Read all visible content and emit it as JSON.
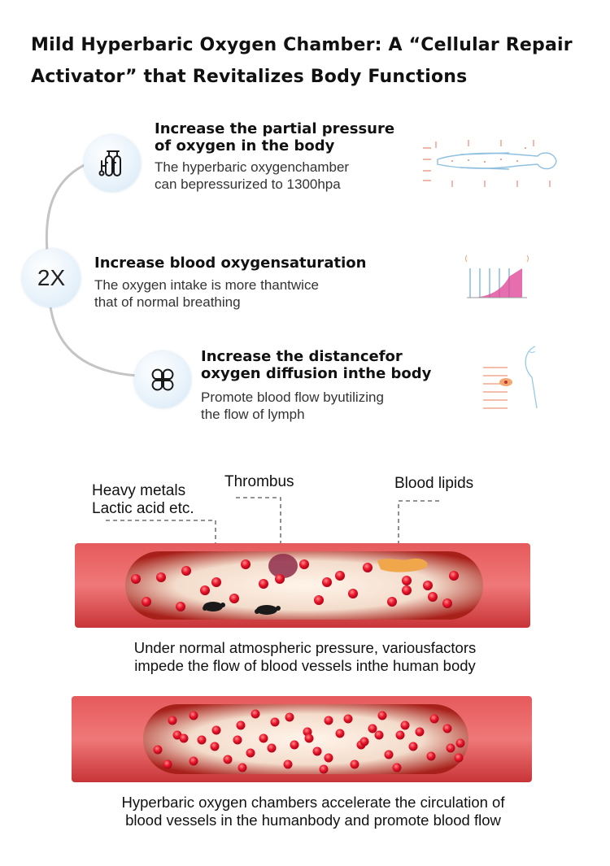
{
  "title": {
    "line1": "Mild Hyperbaric Oxygen Chamber: A “Cellular Repair",
    "line2": "Activator” that Revitalizes Body Functions"
  },
  "features": [
    {
      "icon": "oxygen-tank-icon",
      "title_line1": "Increase the partial pressure",
      "title_line2": "of oxygen in the body",
      "desc_line1": "The hyperbaric oxygenchamber",
      "desc_line2": "can bepressurized to 1300hpa"
    },
    {
      "icon_text": "2X",
      "title_line1": "Increase blood oxygensaturation",
      "desc_line1": "The oxygen intake is more thantwice",
      "desc_line2": "that of normal breathing"
    },
    {
      "icon": "clover-icon",
      "title_line1": "Increase the distancefor",
      "title_line2": "oxygen diffusion inthe body",
      "desc_line1": "Promote blood flow byutilizing",
      "desc_line2": "the flow of lymph"
    }
  ],
  "vessel_labels": {
    "heavy_metals_line1": "Heavy metals",
    "heavy_metals_line2": "Lactic acid etc.",
    "thrombus": "Thrombus",
    "blood_lipids": "Blood lipids"
  },
  "captions": {
    "normal_line1": "Under normal atmospheric pressure, variousfactors",
    "normal_line2": "impede the flow of blood vessels inthe human body",
    "hyperbaric_line1": "Hyperbaric oxygen chambers accelerate the circulation of",
    "hyperbaric_line2": "blood vessels in the humanbody and promote blood flow"
  },
  "colors": {
    "vessel_outer": "#d9484a",
    "vessel_inner": "#9c1412",
    "blood_cell": "#e8142a",
    "thrombus": "#8e2d4a",
    "lipid": "#f0a64a",
    "circle_bg": "#e3eff8",
    "connector_line": "#bdbdbd"
  }
}
